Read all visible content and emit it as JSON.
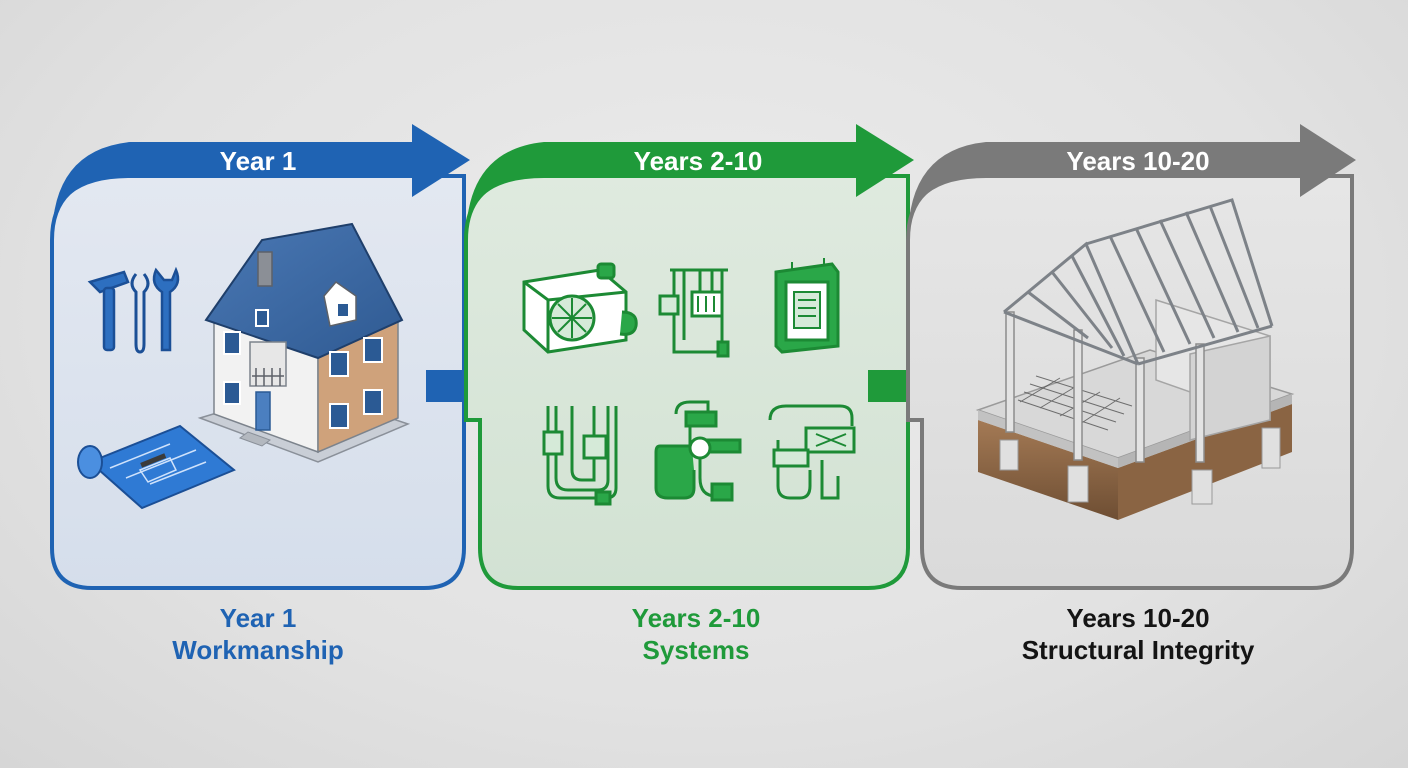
{
  "stages": [
    {
      "banner_label": "Year 1",
      "caption_line1": "Year 1",
      "caption_line2": "Workmanship",
      "color": "#1f63b3",
      "icons": [
        "hammer-icon",
        "wrench-icon",
        "house-icon",
        "blueprint-icon"
      ]
    },
    {
      "banner_label": "Years 2-10",
      "caption_line1": "Years 2-10",
      "caption_line2": "Systems",
      "color": "#1f9a3a",
      "icons": [
        "ac-unit-icon",
        "electrical-wiring-icon",
        "electrical-panel-icon",
        "conduit-icon",
        "plumbing-valve-icon",
        "plumbing-pipe-icon"
      ]
    },
    {
      "banner_label": "Years 10-20",
      "caption_line1": "Years 10-20",
      "caption_line2": "Structural Integrity",
      "color": "#7a7a7a",
      "icons": [
        "structural-frame-icon"
      ]
    }
  ]
}
